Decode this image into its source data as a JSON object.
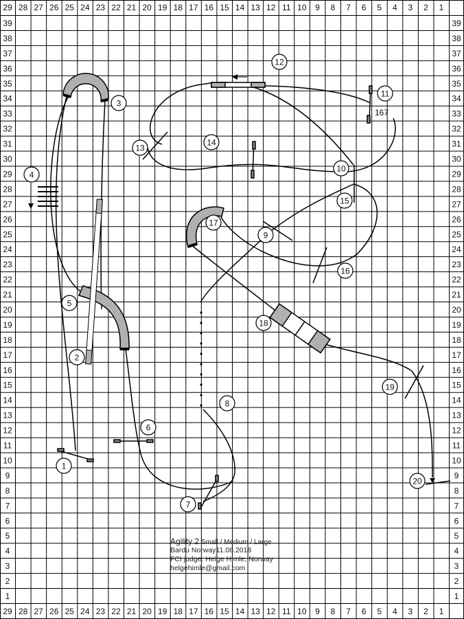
{
  "grid": {
    "columns": [
      "29",
      "28",
      "27",
      "26",
      "25",
      "24",
      "23",
      "22",
      "21",
      "20",
      "19",
      "18",
      "17",
      "16",
      "15",
      "14",
      "13",
      "12",
      "11",
      "10",
      "9",
      "8",
      "7",
      "6",
      "5",
      "4",
      "3",
      "2",
      "1"
    ],
    "rows": [
      "39",
      "38",
      "37",
      "36",
      "35",
      "34",
      "33",
      "32",
      "31",
      "30",
      "29",
      "28",
      "27",
      "26",
      "25",
      "24",
      "23",
      "22",
      "21",
      "20",
      "19",
      "18",
      "17",
      "16",
      "15",
      "14",
      "13",
      "12",
      "11",
      "10",
      "9",
      "8",
      "7",
      "6",
      "5",
      "4",
      "3",
      "2",
      "1"
    ]
  },
  "obstacles": [
    {
      "id": "1",
      "label": "1"
    },
    {
      "id": "2",
      "label": "2"
    },
    {
      "id": "3",
      "label": "3"
    },
    {
      "id": "4",
      "label": "4"
    },
    {
      "id": "5",
      "label": "5"
    },
    {
      "id": "6",
      "label": "6"
    },
    {
      "id": "7",
      "label": "7"
    },
    {
      "id": "8",
      "label": "8"
    },
    {
      "id": "9",
      "label": "9"
    },
    {
      "id": "10",
      "label": "10"
    },
    {
      "id": "11",
      "label": "11"
    },
    {
      "id": "12",
      "label": "12"
    },
    {
      "id": "13",
      "label": "13"
    },
    {
      "id": "14",
      "label": "14"
    },
    {
      "id": "15",
      "label": "15"
    },
    {
      "id": "16",
      "label": "16"
    },
    {
      "id": "17",
      "label": "17"
    },
    {
      "id": "18",
      "label": "18"
    },
    {
      "id": "19",
      "label": "19"
    },
    {
      "id": "20",
      "label": "20"
    }
  ],
  "course_length": "167",
  "info": {
    "title": "Agility 2",
    "classes": " Small / Medium / Large",
    "venue": "Bardu  Norway",
    "date": "11.08.2018",
    "judge": "FCI judge: Helge Himle, Norway",
    "email": "helgehimle@gmail.com"
  },
  "colors": {
    "grid": "#000000",
    "tunnel": "#b0b0b0",
    "path": "#000000"
  }
}
